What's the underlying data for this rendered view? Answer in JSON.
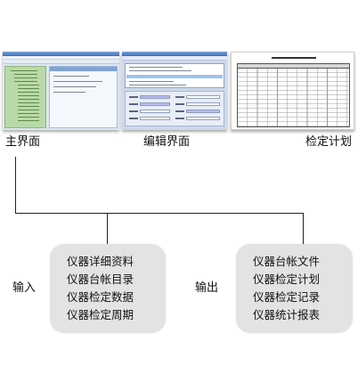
{
  "screenshots": {
    "main_caption": "主界面",
    "edit_caption": "编辑界面",
    "plan_caption": "检定计划"
  },
  "input": {
    "label": "输入",
    "items": [
      "仪器详细资料",
      "仪器台帐目录",
      "仪器检定数据",
      "仪器检定周期"
    ]
  },
  "output": {
    "label": "输出",
    "items": [
      "仪器台帐文件",
      "仪器检定计划",
      "仪器检定记录",
      "仪器统计报表"
    ]
  },
  "colors": {
    "box_fill": "#e3e3e3",
    "connector": "#222222",
    "tree_panel": "#b9d9a6",
    "title_bar": "#3f6eb8"
  }
}
